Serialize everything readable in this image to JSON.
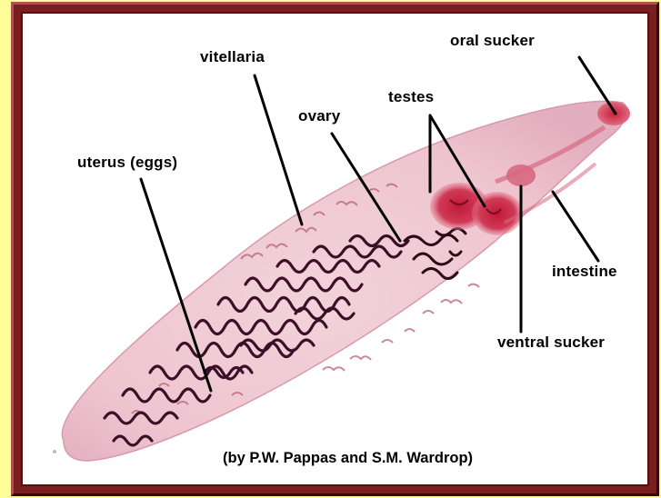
{
  "figure": {
    "labels": {
      "oral_sucker": "oral sucker",
      "vitellaria": "vitellaria",
      "testes": "testes",
      "ovary": "ovary",
      "uterus": "uterus (eggs)",
      "intestine": "intestine",
      "ventral_sucker": "ventral sucker"
    },
    "credit": "(by P.W. Pappas and S.M. Wardrop)"
  },
  "colors": {
    "page_background": "#ffff99",
    "frame": "#7a1f1f",
    "specimen_body": "#f0c8d2",
    "uterus": "#3c0f28",
    "testes": "#c8283c"
  }
}
